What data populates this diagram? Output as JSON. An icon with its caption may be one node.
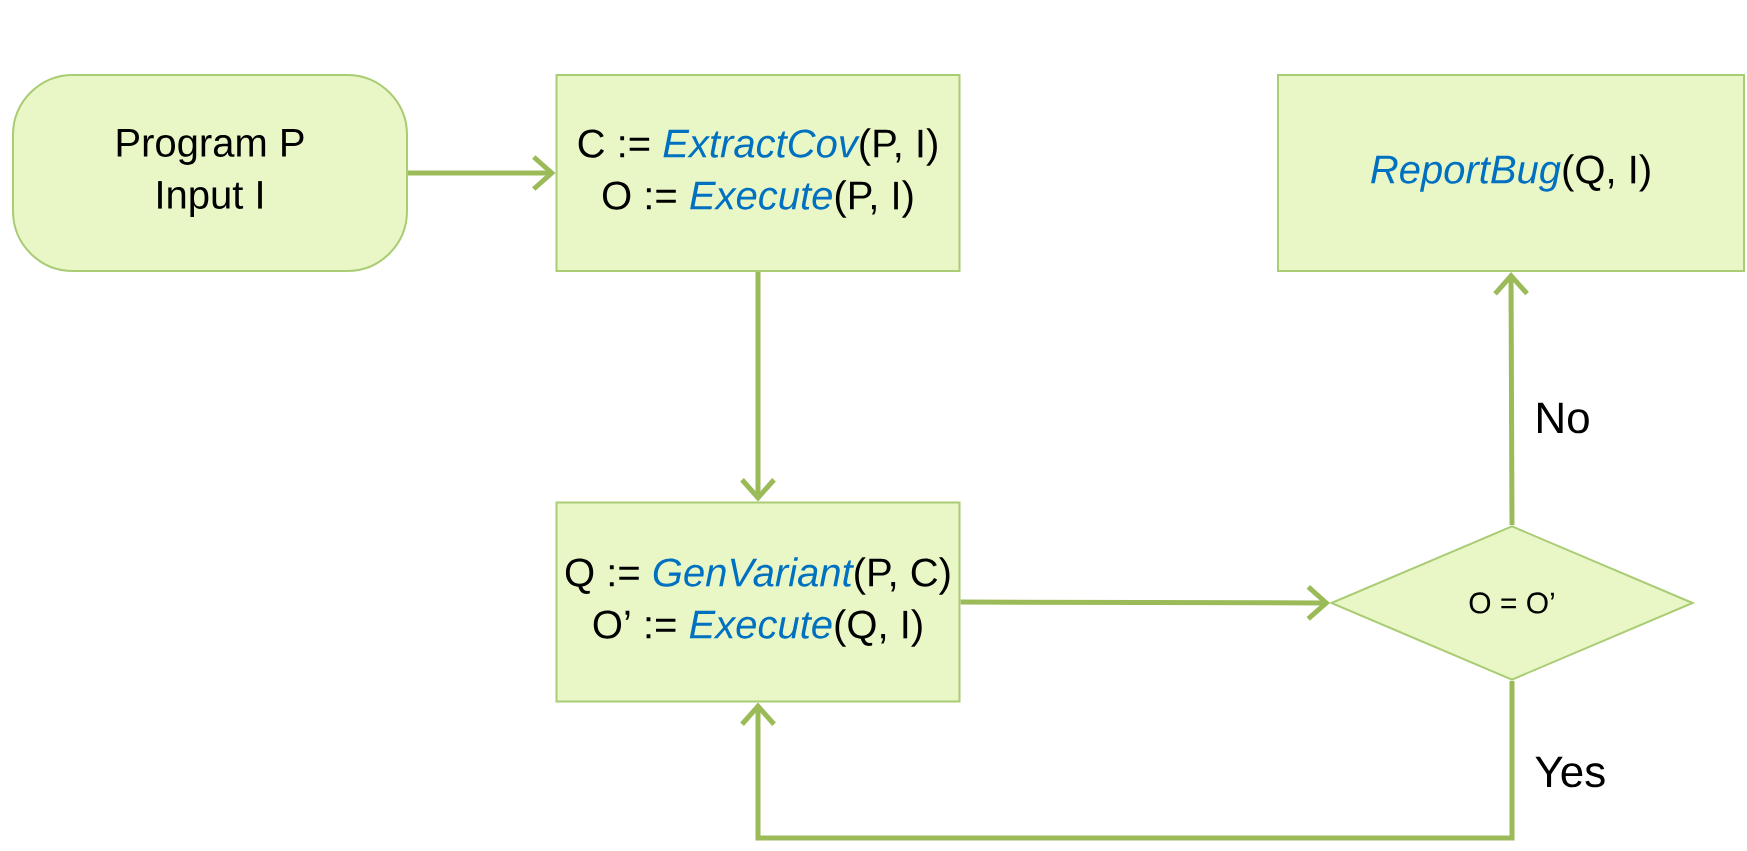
{
  "diagram": {
    "nodes": [
      {
        "text": [
          "Program P",
          "Input I"
        ]
      },
      {
        "text": [
          "C := *ExtractCov*(P, I)",
          "O := *Execute*(P, I)"
        ]
      },
      {
        "text": [
          "*ReportBug*(Q, I)"
        ]
      },
      {
        "text": [
          "Q := *GenVariant*(P, C)",
          "O’ := *Execute*(Q, I)"
        ]
      },
      {
        "text": [
          "O = O’"
        ]
      }
    ],
    "edges": [
      {
        "from": 0,
        "to": 1,
        "arrow": "to"
      },
      {
        "from": 1,
        "to": 3,
        "arrow": "to"
      },
      {
        "from": 3,
        "to": 4,
        "arrow": "to"
      },
      {
        "from": 4,
        "to": 2,
        "arrow": "to",
        "label": "No"
      },
      {
        "from": 4,
        "to": 3,
        "arrow": "to",
        "label": "Yes"
      }
    ]
  }
}
